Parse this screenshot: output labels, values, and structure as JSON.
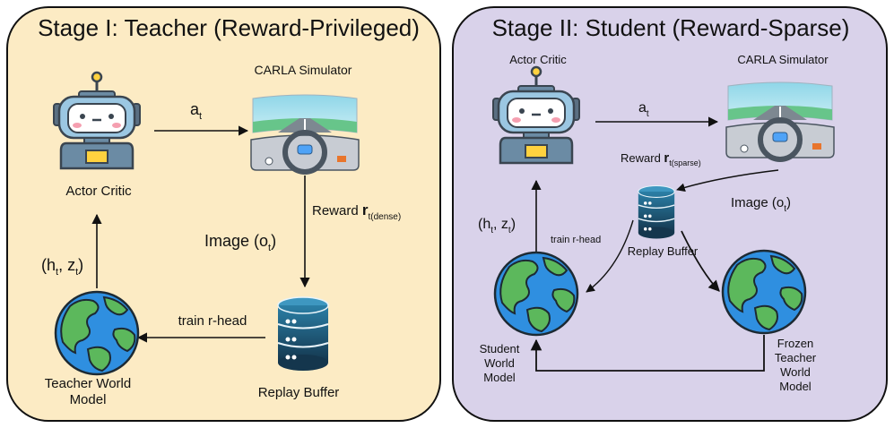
{
  "stage1": {
    "title": "Stage I: Teacher (Reward-Privileged)",
    "actor_label": "Actor Critic",
    "sim_label": "CARLA Simulator",
    "action_main": "a",
    "action_sub": "t",
    "reward_text": "Reward ",
    "reward_bold": "r",
    "reward_sub": "t(dense)",
    "image_text": "Image (o",
    "image_sub": "t",
    "image_close": ")",
    "state_h": "(h",
    "state_h_sub": "t",
    "state_mid": ", z",
    "state_z_sub": "t",
    "state_close": ")",
    "train_label": "train r-head",
    "buffer_label": "Replay Buffer",
    "world_label_1": "Teacher World",
    "world_label_2": "Model"
  },
  "stage2": {
    "title": "Stage II: Student (Reward-Sparse)",
    "actor_label": "Actor Critic",
    "sim_label": "CARLA Simulator",
    "action_main": "a",
    "action_sub": "t",
    "reward_text": "Reward ",
    "reward_bold": "r",
    "reward_sub": "t(sparse)",
    "image_text": "Image (o",
    "image_sub": "t",
    "image_close": ")",
    "state_h": "(h",
    "state_h_sub": "t",
    "state_mid": ", z",
    "state_z_sub": "t",
    "state_close": ")",
    "train_label": "train r-head",
    "buffer_label": "Replay Buffer",
    "student_label_1": "Student",
    "student_label_2": "World",
    "student_label_3": "Model",
    "frozen_label_1": "Frozen",
    "frozen_label_2": "Teacher",
    "frozen_label_3": "World",
    "frozen_label_4": "Model"
  },
  "colors": {
    "stage1_bg": "#fcebc4",
    "stage2_bg": "#d9d2ea",
    "ocean": "#2f8fe0",
    "land": "#5cb85c",
    "buffer": "#1f5a78"
  }
}
